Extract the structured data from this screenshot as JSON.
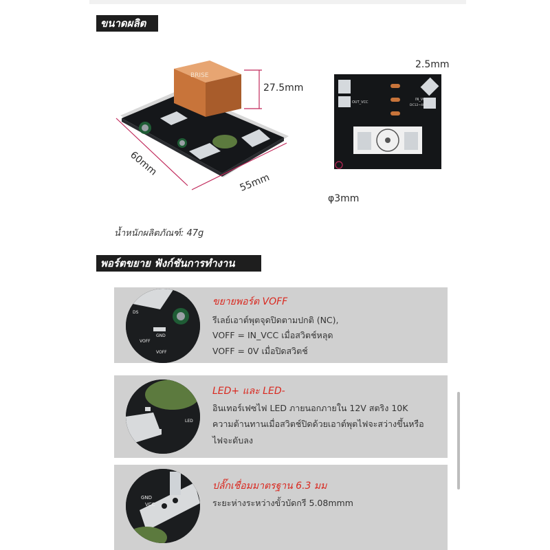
{
  "section1": {
    "title": "ขนาดผลิต"
  },
  "dimensions": {
    "height": "27.5mm",
    "width": "60mm",
    "length": "55mm",
    "thickness": "2.5mm",
    "hole": "φ3mm"
  },
  "board_labels": {
    "out_vcc": "OUT_VCC",
    "in_vcc": "IN_VCC",
    "dc": "DC12~48V",
    "brand": "BRISE"
  },
  "weight": "น้ำหนักผลิตภัณฑ์: 47g",
  "section2": {
    "title": "พอร์ตขยาย ฟังก์ชันการทำงาน"
  },
  "cards": [
    {
      "title": "ขยายพอร์ต VOFF",
      "lines": [
        "รีเลย์เอาต์พุตจุดปิดตามปกติ (NC),",
        "VOFF = IN_VCC เมื่อสวิตช์หลุด",
        "VOFF = 0V เมื่อปิดสวิตช์"
      ],
      "thumb_labels": [
        "VOFF",
        "GND",
        "VOFF",
        "DS"
      ]
    },
    {
      "title": "LED+ และ LED-",
      "lines": [
        "อินเทอร์เฟซไฟ LED ภายนอกภายใน 12V สตริง 10K",
        "ความต้านทานเมื่อสวิตช์ปิดด้วยเอาต์พุตไฟจะสว่างขึ้นหรือ",
        "ไฟจะดับลง"
      ],
      "thumb_labels": [
        "LED"
      ]
    },
    {
      "title": "ปลั๊กเชื่อมมาตรฐาน 6.3 มม",
      "lines": [
        "ระยะห่างระหว่างขั้วบัดกรี 5.08mmm"
      ],
      "thumb_labels": [
        "GND",
        "VCC"
      ]
    }
  ],
  "colors": {
    "accent": "#d9281f",
    "header_bg": "#1e1e1e",
    "card_bg": "#d0d0d0",
    "pcb": "#15171a",
    "relay": "#c8743a"
  }
}
